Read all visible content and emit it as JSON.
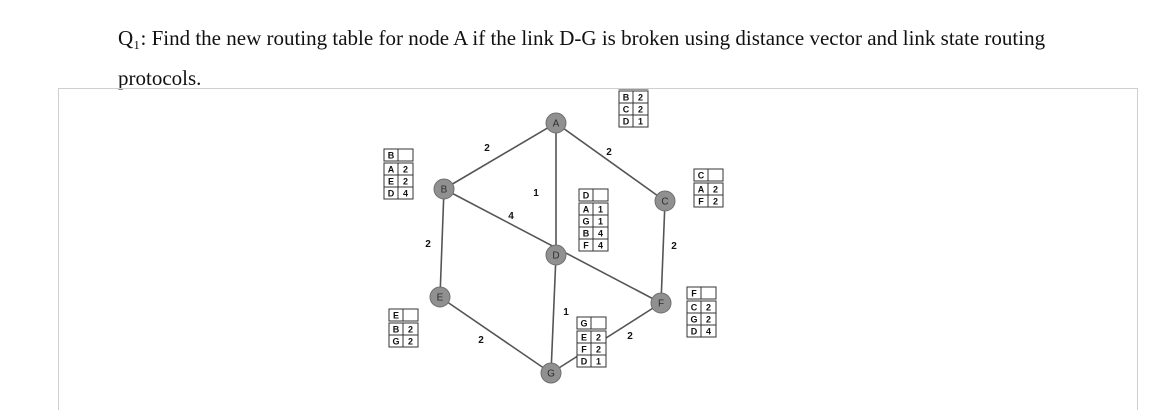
{
  "question": {
    "label": "Q₁:",
    "text": "Find the new routing table for node A if the link D-G is broken using distance vector and link state routing protocols."
  },
  "network": {
    "nodes": [
      {
        "id": "A",
        "label": "A"
      },
      {
        "id": "B",
        "label": "B"
      },
      {
        "id": "C",
        "label": "C"
      },
      {
        "id": "D",
        "label": "D"
      },
      {
        "id": "E",
        "label": "E"
      },
      {
        "id": "F",
        "label": "F"
      },
      {
        "id": "G",
        "label": "G"
      }
    ],
    "links": [
      {
        "from": "A",
        "to": "B",
        "cost": "2"
      },
      {
        "from": "A",
        "to": "C",
        "cost": "2"
      },
      {
        "from": "A",
        "to": "D",
        "cost": "1"
      },
      {
        "from": "B",
        "to": "E",
        "cost": "2"
      },
      {
        "from": "B",
        "to": "F",
        "cost": "4"
      },
      {
        "from": "C",
        "to": "F",
        "cost": "2"
      },
      {
        "from": "E",
        "to": "G",
        "cost": "2"
      },
      {
        "from": "D",
        "to": "G",
        "cost": "1"
      },
      {
        "from": "G",
        "to": "F",
        "cost": "2"
      }
    ],
    "tables": [
      {
        "node": "A",
        "rows": [
          [
            "B",
            "2"
          ],
          [
            "C",
            "2"
          ],
          [
            "D",
            "1"
          ]
        ]
      },
      {
        "node": "B",
        "rows": [
          [
            "A",
            "2"
          ],
          [
            "E",
            "2"
          ],
          [
            "D",
            "4"
          ]
        ]
      },
      {
        "node": "C",
        "rows": [
          [
            "A",
            "2"
          ],
          [
            "F",
            "2"
          ]
        ]
      },
      {
        "node": "D",
        "rows": [
          [
            "A",
            "1"
          ],
          [
            "G",
            "1"
          ],
          [
            "B",
            "4"
          ],
          [
            "F",
            "4"
          ]
        ]
      },
      {
        "node": "E",
        "rows": [
          [
            "B",
            "2"
          ],
          [
            "G",
            "2"
          ]
        ]
      },
      {
        "node": "F",
        "rows": [
          [
            "C",
            "2"
          ],
          [
            "G",
            "2"
          ],
          [
            "D",
            "4"
          ]
        ]
      },
      {
        "node": "G",
        "rows": [
          [
            "E",
            "2"
          ],
          [
            "F",
            "2"
          ],
          [
            "D",
            "1"
          ]
        ]
      }
    ]
  },
  "colors": {
    "node_fill": "#909090",
    "line": "#555555",
    "border": "#cfcfcf"
  }
}
